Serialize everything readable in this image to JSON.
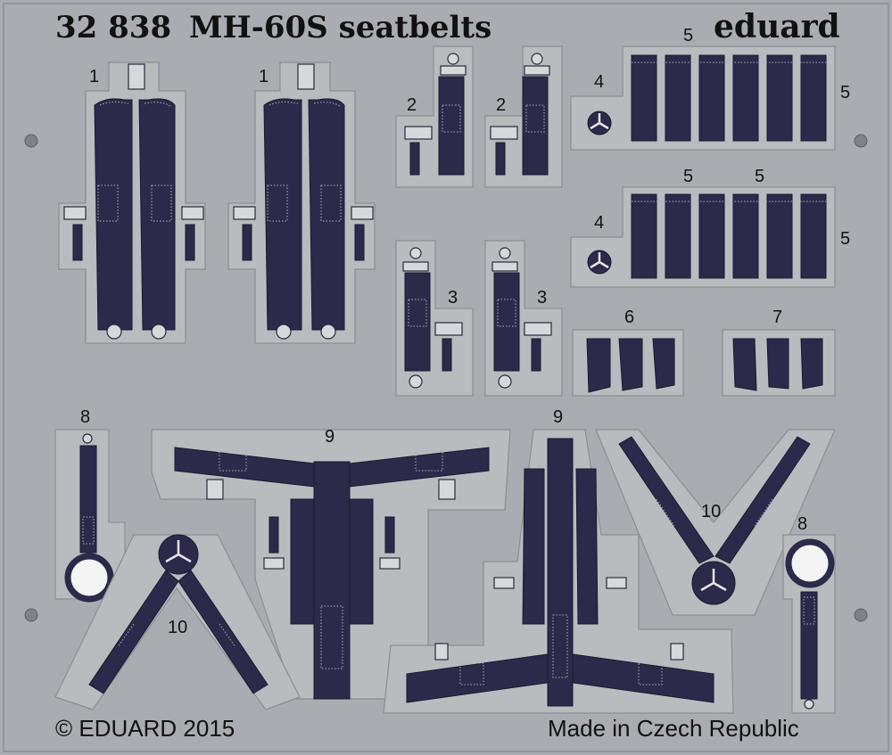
{
  "header": {
    "code": "32 838",
    "title": "MH-60S seatbelts",
    "brand": "eduard"
  },
  "labels": {
    "p1": "1",
    "p2": "2",
    "p3": "3",
    "p4": "4",
    "p5": "5",
    "p6": "6",
    "p7": "7",
    "p8": "8",
    "p9": "9",
    "p10": "10"
  },
  "footer": {
    "copyright": "© EDUARD 2015",
    "origin": "Made in Czech Republic"
  },
  "colors": {
    "fret": "#a9adb1",
    "strap": "#2c2a4a"
  }
}
